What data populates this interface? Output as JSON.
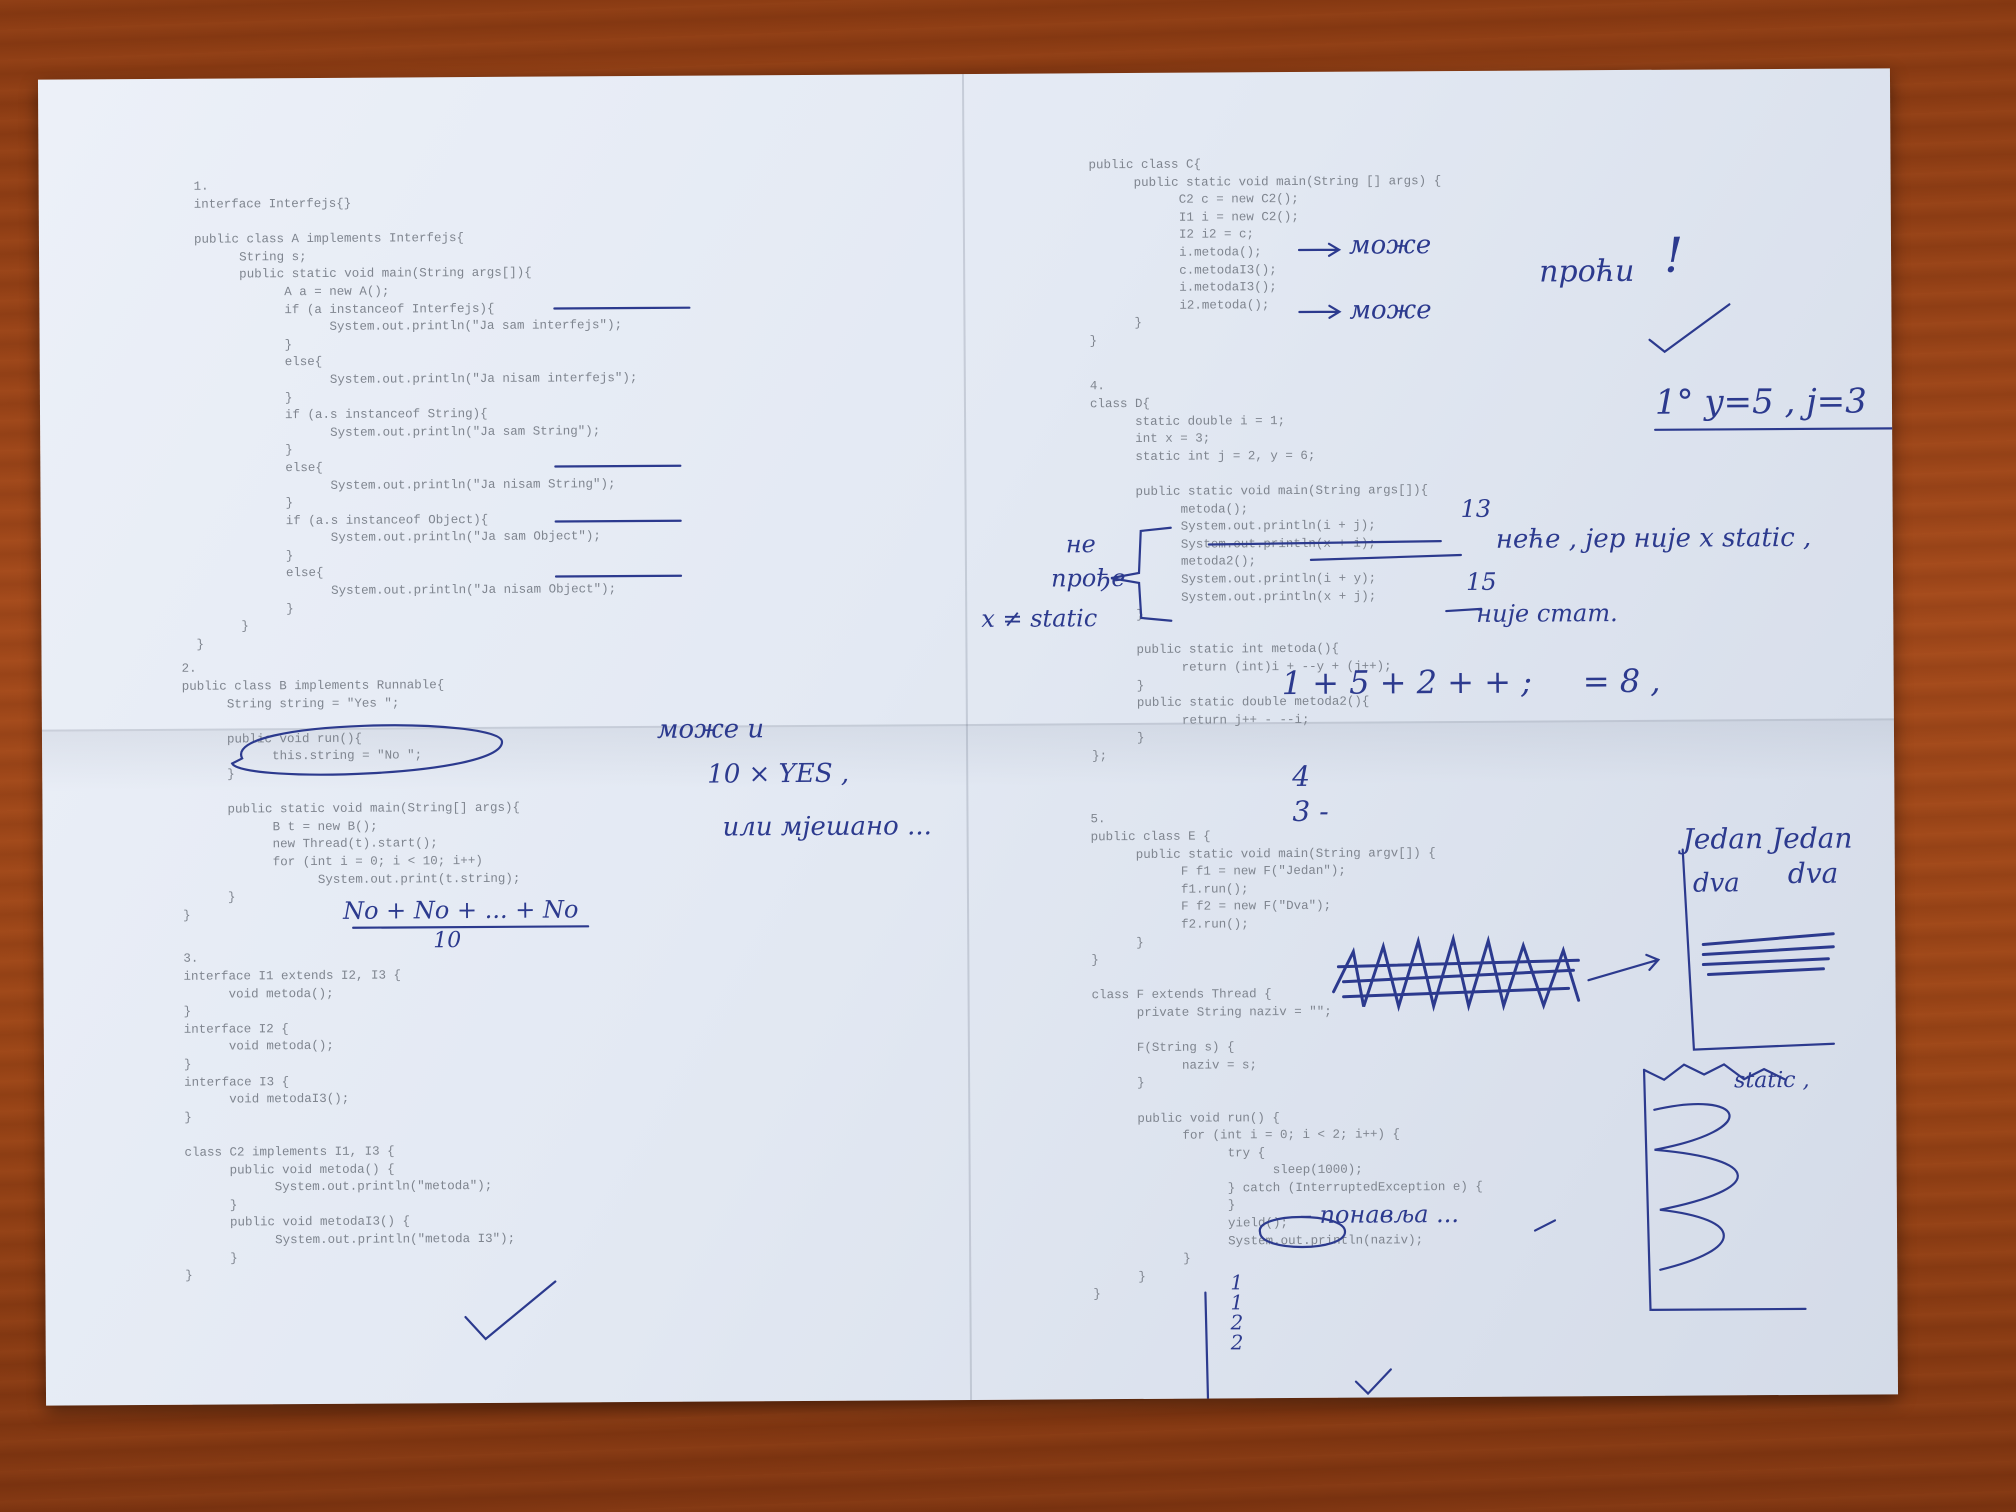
{
  "code_left": {
    "q1_label": "1.",
    "q1": "interface Interfejs{}\n\npublic class A implements Interfejs{\n      String s;\n      public static void main(String args[]){\n            A a = new A();\n            if (a instanceof Interfejs){\n                  System.out.println(\"Ja sam interfejs\");\n            }\n            else{\n                  System.out.println(\"Ja nisam interfejs\");\n            }\n            if (a.s instanceof String){\n                  System.out.println(\"Ja sam String\");\n            }\n            else{\n                  System.out.println(\"Ja nisam String\");\n            }\n            if (a.s instanceof Object){\n                  System.out.println(\"Ja sam Object\");\n            }\n            else{\n                  System.out.println(\"Ja nisam Object\");\n            }\n      }\n}",
    "q2_label": "2.",
    "q2": "public class B implements Runnable{\n      String string = \"Yes \";\n\n      public void run(){\n            this.string = \"No \";\n      }\n\n      public static void main(String[] args){\n            B t = new B();\n            new Thread(t).start();\n            for (int i = 0; i < 10; i++)\n                  System.out.print(t.string);\n      }\n}",
    "q3_label": "3.",
    "q3": "interface I1 extends I2, I3 {\n      void metoda();\n}\ninterface I2 {\n      void metoda();\n}\ninterface I3 {\n      void metodaI3();\n}\n\nclass C2 implements I1, I3 {\n      public void metoda() {\n            System.out.println(\"metoda\");\n      }\n      public void metodaI3() {\n            System.out.println(\"metoda I3\");\n      }\n}"
  },
  "code_right": {
    "q3_cont": "public class C{\n      public static void main(String [] args) {\n            C2 c = new C2();\n            I1 i = new C2();\n            I2 i2 = c;\n            i.metoda();\n            c.metodaI3();\n            i.metodaI3();\n            i2.metoda();\n      }\n}",
    "q4_label": "4.",
    "q4": "class D{\n      static double i = 1;\n      int x = 3;\n      static int j = 2, y = 6;\n\n      public static void main(String args[]){\n            metoda();\n            System.out.println(i + j);\n            System.out.println(x + i);\n            metoda2();\n            System.out.println(i + y);\n            System.out.println(x + j);\n      }\n\n      public static int metoda(){\n            return (int)i + --y + (j++);\n      }\n      public static double metoda2(){\n            return j++ - --i;\n      }\n};",
    "q5_label": "5.",
    "q5": "public class E {\n      public static void main(String argv[]) {\n            F f1 = new F(\"Jedan\");\n            f1.run();\n            F f2 = new F(\"Dva\");\n            f2.run();\n      }\n}\n\nclass F extends Thread {\n      private String naziv = \"\";\n\n      F(String s) {\n            naziv = s;\n      }\n\n      public void run() {\n            for (int i = 0; i < 2; i++) {\n                  try {\n                        sleep(1000);\n                  } catch (InterruptedException e) {\n                  }\n                  yield();\n                  System.out.println(naziv);\n            }\n      }\n}"
  },
  "handwriting": {
    "q2_note_1": "може и",
    "q2_note_2": "10 × YES ,",
    "q2_note_3": "или мјешано ...",
    "q2_sum": "No + No + ... + No",
    "q2_sum_den": "10",
    "q3_note_1": "може",
    "q3_note_2": "може",
    "q3_proci": "проћи",
    "q3_excl": "!",
    "q4_initial": "1° y=5 , j=3",
    "q4_val_13": "13",
    "q4_val_15": "15",
    "q4_neće": "неће , јер није x static ,",
    "q4_nije_static": "није стат.",
    "q4_left_1": "не",
    "q4_left_2": "прође",
    "q4_left_3": "x ≠ static",
    "q4_calc": "1 + 5 + 2 + + ;     = 8 ,",
    "q4_four": "4",
    "q4_three": "3 -",
    "q5_box_1": "Jedan Jedan",
    "q5_box_2": "dva",
    "q5_box_3": "dva",
    "q5_static": "static ,",
    "q5_ponavlja": "– понавља ...",
    "q5_list": "1\n1\n2\n2"
  }
}
